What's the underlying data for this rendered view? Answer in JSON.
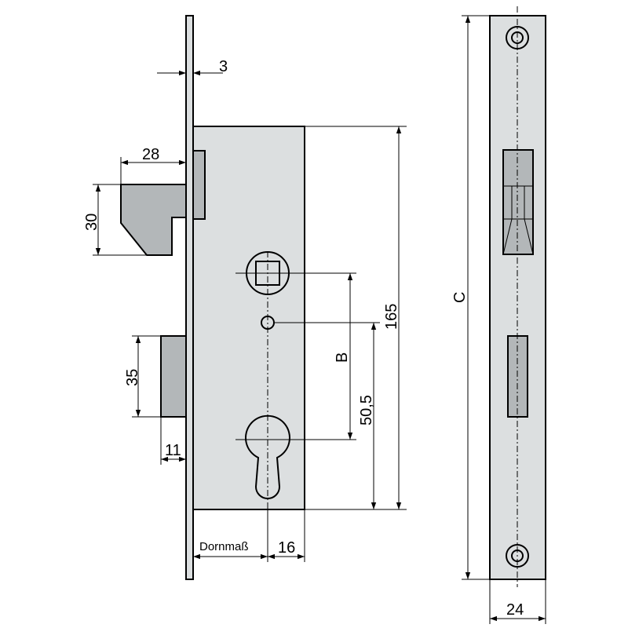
{
  "dimensions": {
    "faceplate_thickness": "3",
    "latch_length": "28",
    "latch_height": "30",
    "bolt_height": "35",
    "bolt_offset": "11",
    "backset_label": "Dornmaß",
    "cylinder_offset": "16",
    "distance_b": "B",
    "distance_cylinder": "50,5",
    "case_height": "165",
    "faceplate_length": "C",
    "faceplate_width": "24"
  },
  "colors": {
    "body_fill": "#dcdfe0",
    "part_fill": "#b3b7b9",
    "line": "#000000"
  }
}
